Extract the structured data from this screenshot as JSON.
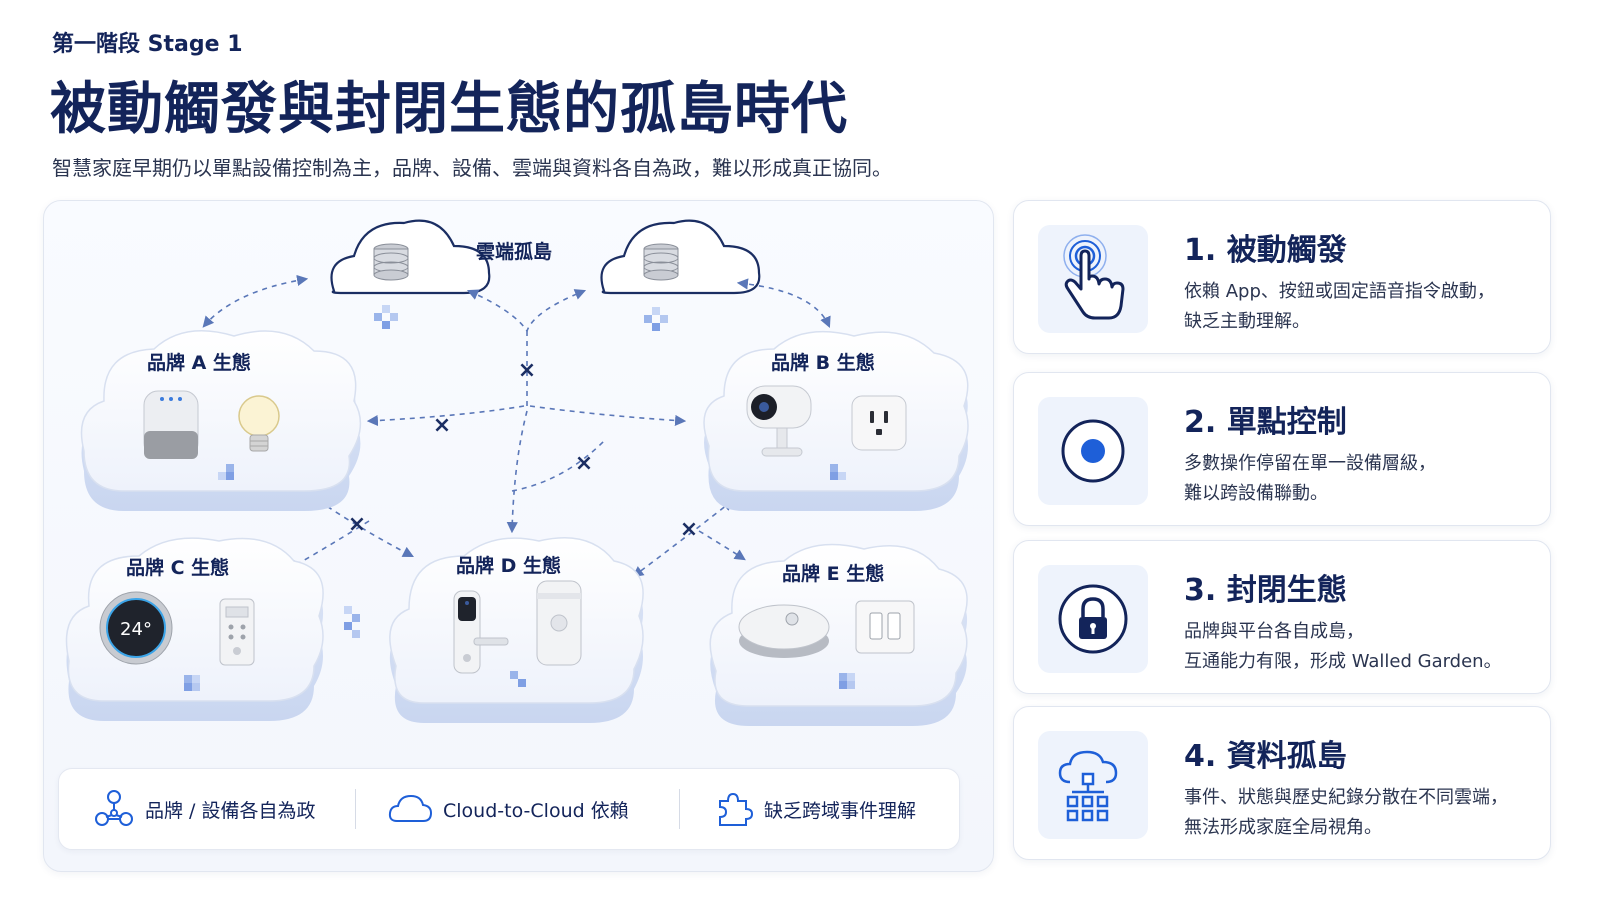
{
  "header": {
    "stage": "第一階段 Stage 1",
    "title": "被動觸發與封閉生態的孤島時代",
    "subtitle": "智慧家庭早期仍以單點設備控制為主，品牌、設備、雲端與資料各自為政，難以形成真正協同。"
  },
  "diagram": {
    "cloud_island_label": "雲端孤島",
    "block_symbol": "×",
    "ecosystems": [
      {
        "label": "品牌 A 生態",
        "devices": [
          "smart-speaker-icon",
          "light-bulb-icon"
        ]
      },
      {
        "label": "品牌 B 生態",
        "devices": [
          "security-camera-icon",
          "smart-plug-icon"
        ]
      },
      {
        "label": "品牌 C 生態",
        "devices": [
          "thermostat-icon",
          "remote-control-icon"
        ],
        "thermostat_reading": "24°"
      },
      {
        "label": "品牌 D 生態",
        "devices": [
          "smart-lock-icon",
          "motion-sensor-icon"
        ]
      },
      {
        "label": "品牌 E 生態",
        "devices": [
          "robot-vacuum-icon",
          "wall-switch-icon"
        ]
      }
    ]
  },
  "footer": {
    "items": [
      {
        "label": "品牌 / 設備各自為政",
        "icon": "network-nodes-icon"
      },
      {
        "label": "Cloud-to-Cloud 依賴",
        "icon": "cloud-icon"
      },
      {
        "label": "缺乏跨域事件理解",
        "icon": "puzzle-icon"
      }
    ]
  },
  "cards": [
    {
      "title": "1. 被動觸發",
      "lines": [
        "依賴 App、按鈕或固定語音指令啟動，",
        "缺乏主動理解。"
      ],
      "icon": "touch-hand-icon"
    },
    {
      "title": "2. 單點控制",
      "lines": [
        "多數操作停留在單一設備層級，",
        "難以跨設備聯動。"
      ],
      "icon": "target-dot-icon"
    },
    {
      "title": "3. 封閉生態",
      "lines": [
        "品牌與平台各自成島，",
        "互通能力有限，形成 Walled Garden。"
      ],
      "icon": "lock-icon"
    },
    {
      "title": "4. 資料孤島",
      "lines": [
        "事件、狀態與歷史紀錄分散在不同雲端，",
        "無法形成家庭全局視角。"
      ],
      "icon": "cloud-data-icon"
    }
  ],
  "colors": {
    "navy": "#13245a",
    "accent_blue": "#1e5fd8",
    "pale_blue": "#eef3fc",
    "dash": "#5a77b8"
  }
}
